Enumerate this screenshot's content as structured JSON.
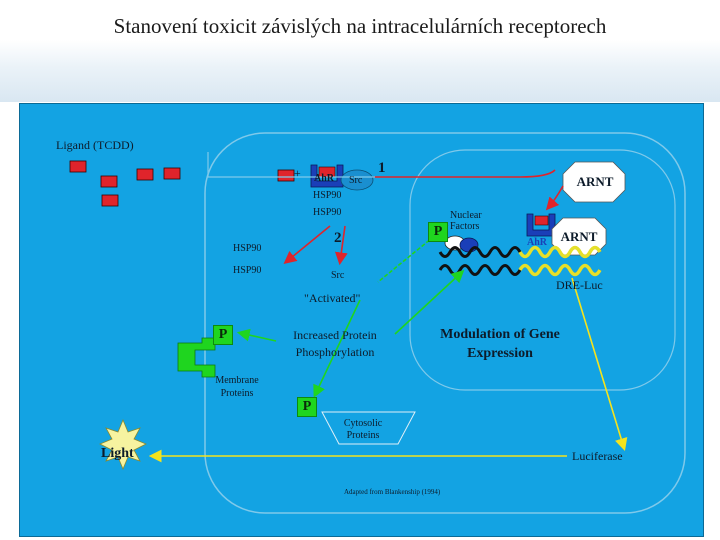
{
  "slide": {
    "title": "Stanovení toxicit závislých na intracelulárních receptorech"
  },
  "diagram": {
    "ligand_label": "Ligand (TCDD)",
    "plus_sign": "+",
    "ahr_label": "AhR",
    "src_label": "Src",
    "hsp90_label": "HSP90",
    "step_1": "1",
    "step_2": "2",
    "arnt_label": "ARNT",
    "nuclear_factors": "Nuclear Factors",
    "p_label": "P",
    "dre_luc": "DRE-Luc",
    "activated": "\"Activated\"",
    "increased_phospho": "Increased Protein Phosphorylation",
    "modulation": "Modulation of Gene Expression",
    "membrane_proteins": "Membrane Proteins",
    "cytosolic_proteins": "Cytosolic Proteins",
    "light": "Light",
    "luciferase": "Luciferase",
    "credit": "Adapted from Blankenship (1994)"
  },
  "colors": {
    "panel": "#13a3e3",
    "ligand": "#e0242b",
    "ahr": "#1a3fb8",
    "green_p": "#1fd51f",
    "arrow_red": "#e0242b",
    "arrow_green": "#1fd51f",
    "arrow_yellow": "#f5e31c",
    "dna_dark": "#111111",
    "dna_yellow": "#e6e02a"
  }
}
